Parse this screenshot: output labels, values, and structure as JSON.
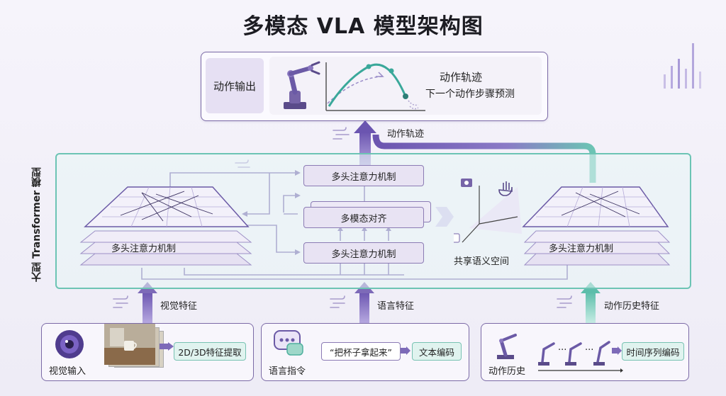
{
  "title": "多模态 VLA 模型架构图",
  "output": {
    "label": "动作输出",
    "trajectory_title": "动作轨迹",
    "trajectory_subtitle": "下一个动作步骤预测"
  },
  "transformer": {
    "side_label": "大型 Transformer 模型",
    "trajectory_arrow_label": "动作轨迹",
    "left_stack_label": "多头注意力机制",
    "right_stack_label": "多头注意力机制",
    "center_top": "多头注意力机制",
    "center_mid": "多模态对齐",
    "center_bottom": "多头注意力机制",
    "semantic_space_label": "共享语义空间"
  },
  "features": {
    "visual": "视觉特征",
    "language": "语言特征",
    "action_history": "动作历史特征"
  },
  "inputs": {
    "visual": {
      "label": "视觉输入",
      "step": "2D/3D特征提取"
    },
    "language": {
      "label": "语言指令",
      "quote": "“把杯子拿起来”",
      "step": "文本编码"
    },
    "history": {
      "label": "动作历史",
      "ellipsis": "...",
      "step": "时间序列编码"
    }
  },
  "colors": {
    "purple": "#6b5aa6",
    "teal": "#6cc4b4",
    "arrow_purple": "#7d6ab8"
  }
}
